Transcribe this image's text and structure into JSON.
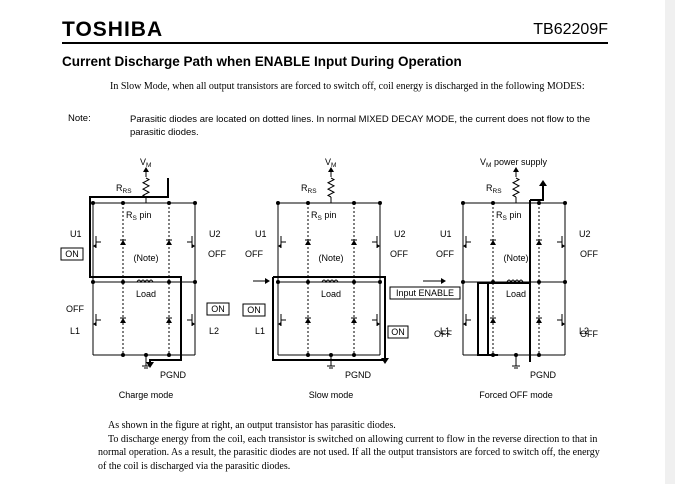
{
  "header": {
    "brand": "TOSHIBA",
    "part_number": "TB62209F"
  },
  "title": "Current Discharge Path when ENABLE Input During Operation",
  "intro": "In Slow Mode, when all output transistors are forced to switch off, coil energy is discharged in the following MODES:",
  "note": {
    "label": "Note:",
    "text": "Parasitic diodes are located on dotted lines. In normal MIXED DECAY MODE, the current does not flow to the parasitic diodes."
  },
  "labels": {
    "vm": "V",
    "vm_sub": "M",
    "vm_supply": "power supply",
    "rrs": "R",
    "rrs_sub": "RS",
    "rs_pin": "pin",
    "rs_pin_pre": "R",
    "rs_pin_sub": "S",
    "u1": "U1",
    "u2": "U2",
    "l1": "L1",
    "l2": "L2",
    "note_tag": "(Note)",
    "load": "Load",
    "pgnd": "PGND",
    "on": "ON",
    "off": "OFF",
    "input_enable": "Input ENABLE"
  },
  "captions": [
    "Charge mode",
    "Slow mode",
    "Forced OFF mode"
  ],
  "outro": [
    "As shown in the figure at right, an output transistor has parasitic diodes.",
    "To discharge energy from the coil, each transistor is switched on allowing current to flow in the reverse direction to that in normal operation. As a result, the parasitic diodes are not used. If all the output transistors are forced to switch off, the energy of the coil is discharged via the parasitic diodes."
  ]
}
